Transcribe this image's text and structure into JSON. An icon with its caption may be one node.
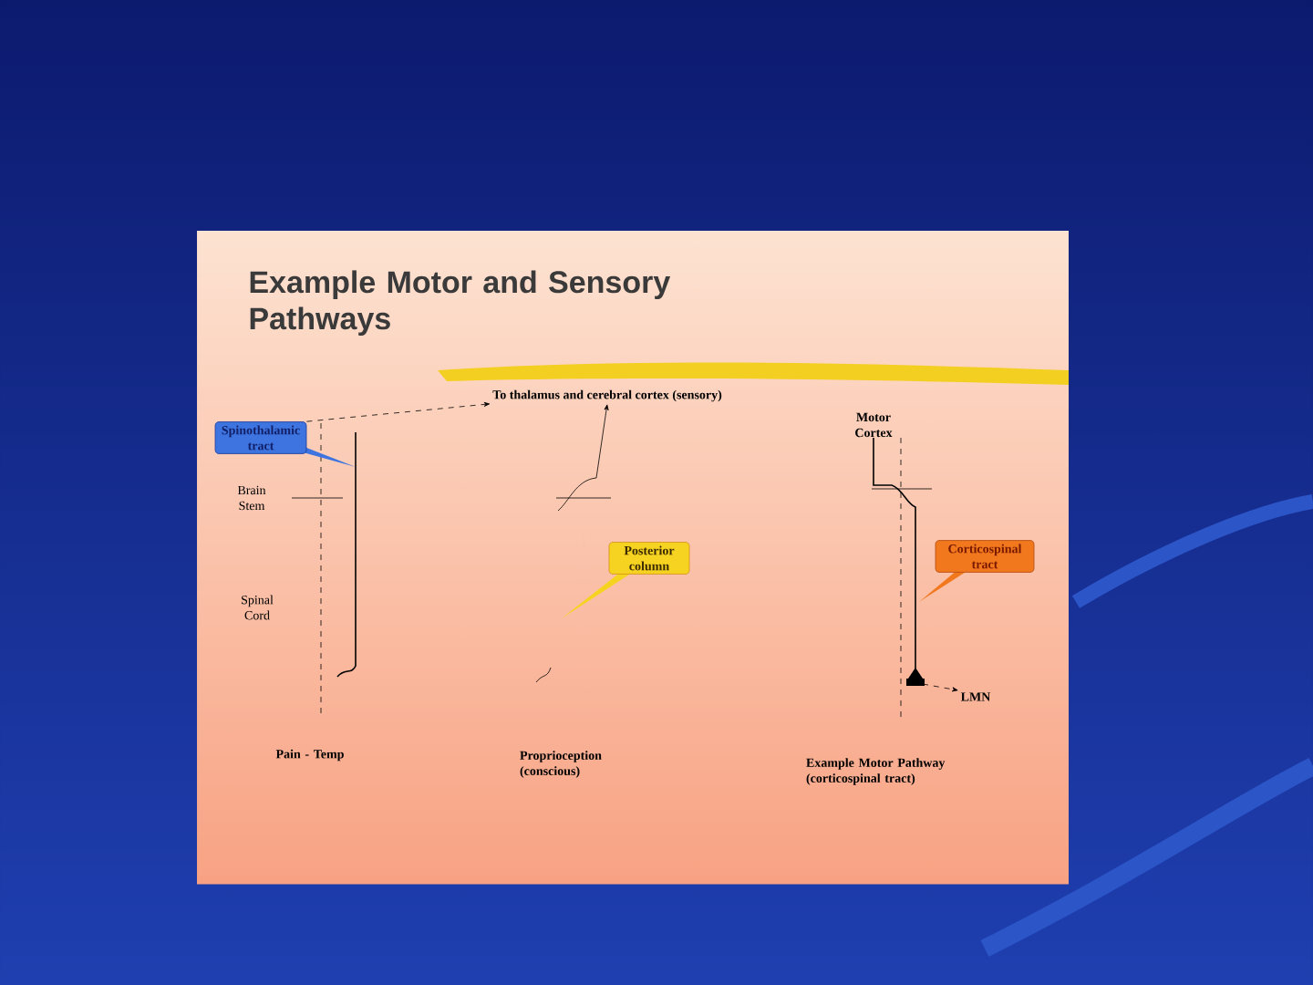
{
  "diagram": {
    "title": "Example Motor and Sensory Pathways",
    "nodes": [
      {
        "text": [
          "To thalamus and cerebral cortex (sensory)"
        ]
      },
      {
        "text": [
          "Spinothalamic tract"
        ]
      },
      {
        "text": [
          "Posterior column"
        ]
      },
      {
        "text": [
          "Corticospinal tract"
        ]
      },
      {
        "text": [
          "LMN"
        ]
      }
    ],
    "edges": [
      {
        "from": 1,
        "to": 0,
        "arrow": "to",
        "style": "dashed"
      },
      {
        "from": null,
        "to": 0,
        "arrow": "to"
      },
      {
        "from": null,
        "to": 4,
        "arrow": "to",
        "style": "dashed"
      }
    ],
    "labels": [
      "Brain Stem",
      "Spinal Cord",
      "Motor Cortex",
      "Pain - Temp",
      "Proprioception (conscious)",
      "Example Motor Pathway (corticospinal tract)"
    ]
  }
}
